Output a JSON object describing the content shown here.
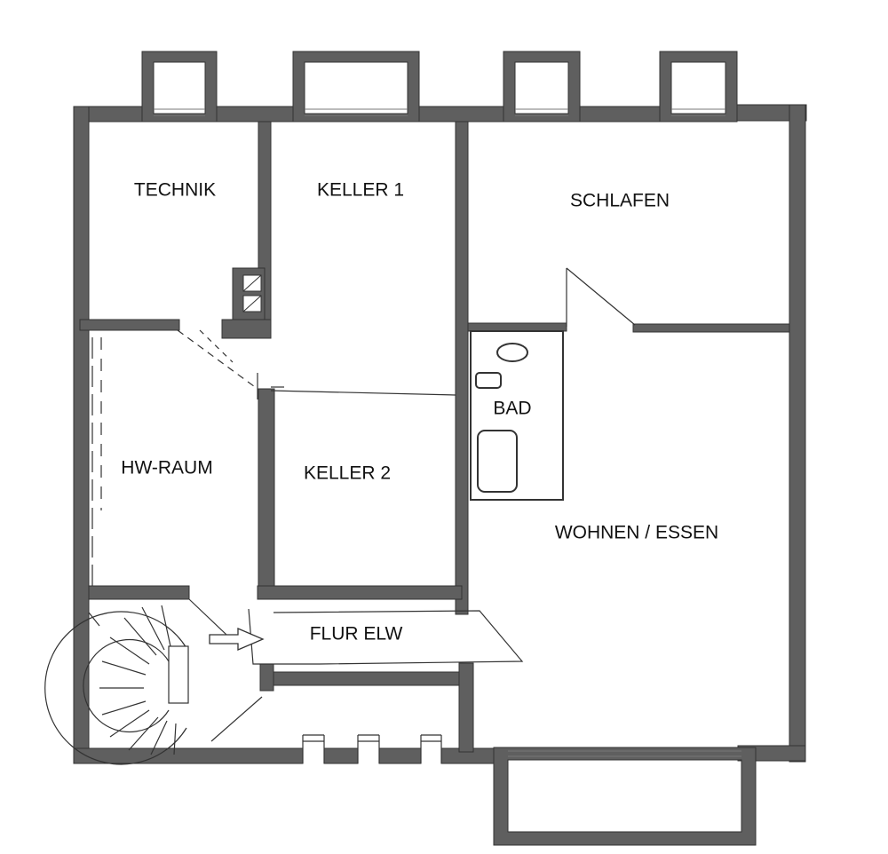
{
  "colors": {
    "wall": "#5f5f5f",
    "wall_edge": "#333333",
    "line": "#333333",
    "background": "#ffffff",
    "text": "#111111"
  },
  "rooms": {
    "technik": "TECHNIK",
    "keller1": "KELLER 1",
    "schlafen": "SCHLAFEN",
    "bad": "BAD",
    "hw_raum": "HW-RAUM",
    "keller2": "KELLER 2",
    "wohnen_essen": "WOHNEN / ESSEN",
    "flur_elw": "FLUR ELW"
  }
}
